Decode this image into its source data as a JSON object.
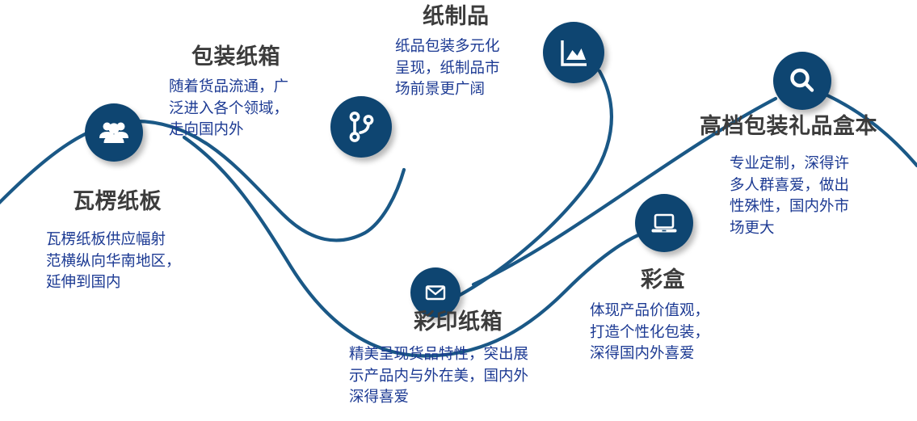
{
  "theme": {
    "circle_color": "#0e4571",
    "curve_color": "#1a5886",
    "heading_color": "#3c3c3c",
    "body_color": "#1c3a93",
    "background": "#ffffff"
  },
  "diagram": {
    "type": "curved-timeline-infographic",
    "node_count": 6,
    "nodes": [
      {
        "id": "corrugated-board",
        "icon": "users-group-icon",
        "heading": "瓦楞纸板",
        "body": "瓦楞纸板供应幅射\n范横纵向华南地区，\n延伸到国内",
        "align": "left"
      },
      {
        "id": "packaging-carton",
        "icon": "git-branch-icon",
        "heading": "包装纸箱",
        "body": "随着货品流通，广\n泛进入各个领域，\n走向国内外",
        "align": "left"
      },
      {
        "id": "paper-products",
        "icon": "area-chart-icon",
        "heading": "纸制品",
        "body": "纸品包装多元化\n呈现，纸制品市\n场前景更广阔",
        "align": "left"
      },
      {
        "id": "premium-gift-box",
        "icon": "search-icon",
        "heading": "高档包装礼品盒本",
        "body": "专业定制，深得许\n多人群喜爱，做出\n性殊性，国内外市\n场更大",
        "align": "left"
      },
      {
        "id": "color-box",
        "icon": "laptop-icon",
        "heading": "彩盒",
        "body": "体现产品价值观，\n打造个性化包装，\n深得国内外喜爱",
        "align": "left"
      },
      {
        "id": "color-printed-carton",
        "icon": "envelope-icon",
        "heading": "彩印纸箱",
        "body": "精美呈现货品特性，突出展\n示产品内与外在美，国内外\n深得喜爱",
        "align": "left"
      }
    ]
  }
}
